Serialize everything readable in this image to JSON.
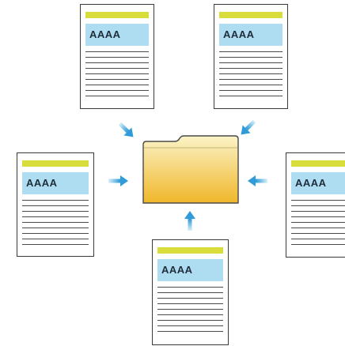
{
  "colors": {
    "header_bar": "#d8dd3c",
    "title_box": "#aedcf1",
    "arrow": "#2f9bd8",
    "folder_top": "#fbf3c7",
    "folder_bottom": "#f0b72a",
    "folder_outline": "#4a4a4a"
  },
  "documents": [
    {
      "name": "document-top-left",
      "label": "AAAA"
    },
    {
      "name": "document-top-right",
      "label": "AAAA"
    },
    {
      "name": "document-left",
      "label": "AAAA"
    },
    {
      "name": "document-right",
      "label": "AAAA"
    },
    {
      "name": "document-bottom",
      "label": "AAAA"
    }
  ],
  "icons": {
    "center": "folder-icon",
    "arrows": "arrow-icon"
  }
}
